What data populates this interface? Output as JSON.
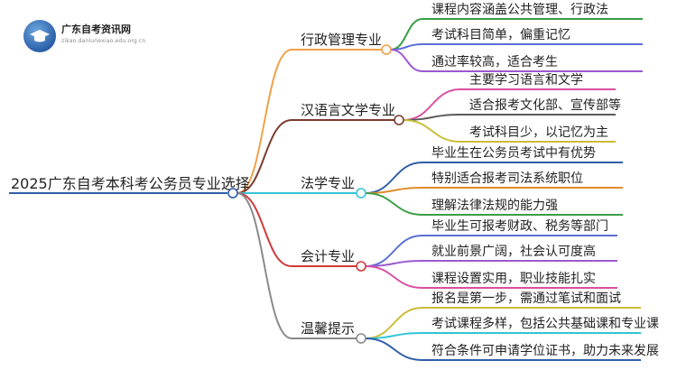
{
  "site": {
    "name": "广东自考资讯网",
    "url": "zikao.danlunexiao.edu.org.cn"
  },
  "root": {
    "label": "2025广东自考本科考公务员专业选择"
  },
  "branches": [
    {
      "label": "行政管理专业",
      "color": "#f0a04a",
      "leaves": [
        "课程内容涵盖公共管理、行政法",
        "考试科目简单，偏重记忆",
        "通过率较高，适合考生"
      ],
      "leaf_colors": [
        "#3a9e46",
        "#5b6fd6",
        "#9b59d0"
      ]
    },
    {
      "label": "汉语言文学专业",
      "color": "#7a3b2e",
      "leaves": [
        "主要学习语言和文学",
        "适合报考文化部、宣传部等",
        "考试科目少，以记忆为主"
      ],
      "leaf_colors": [
        "#d94fa0",
        "#5a5a5a",
        "#c9bd36"
      ]
    },
    {
      "label": "法学专业",
      "color": "#33c4d6",
      "leaves": [
        "毕业生在公务员考试中有优势",
        "特别适合报考司法系统职位",
        "理解法律法规的能力强"
      ],
      "leaf_colors": [
        "#2f5ea8",
        "#e08a2a",
        "#3a9e46"
      ]
    },
    {
      "label": "会计专业",
      "color": "#d03a3a",
      "leaves": [
        "毕业生可报考财政、税务等部门",
        "就业前景广阔，社会认可度高",
        "课程设置实用，职业技能扎实"
      ],
      "leaf_colors": [
        "#5b6fd6",
        "#9b59d0",
        "#d94fa0"
      ]
    },
    {
      "label": "温馨提示",
      "color": "#8a8a8a",
      "leaves": [
        "报名是第一步，需通过笔试和面试",
        "考试课程多样，包括公共基础课和专业课",
        "符合条件可申请学位证书，助力未来发展"
      ],
      "leaf_colors": [
        "#c9bd36",
        "#33c4d6",
        "#2f5ea8"
      ]
    }
  ],
  "root_color": "#2f5ea8"
}
